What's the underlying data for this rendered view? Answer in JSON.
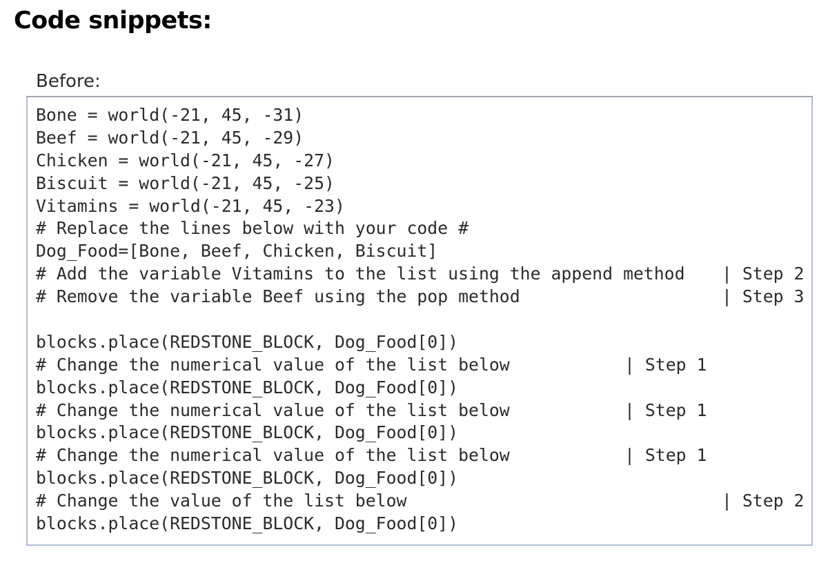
{
  "header": {
    "title": "Code snippets:"
  },
  "section": {
    "label": "Before:"
  },
  "code": {
    "lines": [
      {
        "text": "Bone = world(-21, 45, -31)",
        "note": ""
      },
      {
        "text": "Beef = world(-21, 45, -29)",
        "note": ""
      },
      {
        "text": "Chicken = world(-21, 45, -27)",
        "note": ""
      },
      {
        "text": "Biscuit = world(-21, 45, -25)",
        "note": ""
      },
      {
        "text": "Vitamins = world(-21, 45, -23)",
        "note": ""
      },
      {
        "text": "# Replace the lines below with your code #",
        "note": ""
      },
      {
        "text": "Dog_Food=[Bone, Beef, Chicken, Biscuit]",
        "note": ""
      },
      {
        "text": "# Add the variable Vitamins to the list using the append method",
        "note": "| Step 2"
      },
      {
        "text": "# Remove the variable Beef using the pop method",
        "note": "| Step 3"
      },
      {
        "text": "",
        "note": ""
      },
      {
        "text": "blocks.place(REDSTONE_BLOCK, Dog_Food[0])",
        "note": ""
      },
      {
        "text": "# Change the numerical value of the list below",
        "note": "| Step 1"
      },
      {
        "text": "blocks.place(REDSTONE_BLOCK, Dog_Food[0])",
        "note": ""
      },
      {
        "text": "# Change the numerical value of the list below",
        "note": "| Step 1"
      },
      {
        "text": "blocks.place(REDSTONE_BLOCK, Dog_Food[0])",
        "note": ""
      },
      {
        "text": "# Change the numerical value of the list below",
        "note": "| Step 1"
      },
      {
        "text": "blocks.place(REDSTONE_BLOCK, Dog_Food[0])",
        "note": ""
      },
      {
        "text": "# Change the value of the list below",
        "note": "| Step 2"
      },
      {
        "text": "blocks.place(REDSTONE_BLOCK, Dog_Food[0])",
        "note": ""
      }
    ]
  }
}
